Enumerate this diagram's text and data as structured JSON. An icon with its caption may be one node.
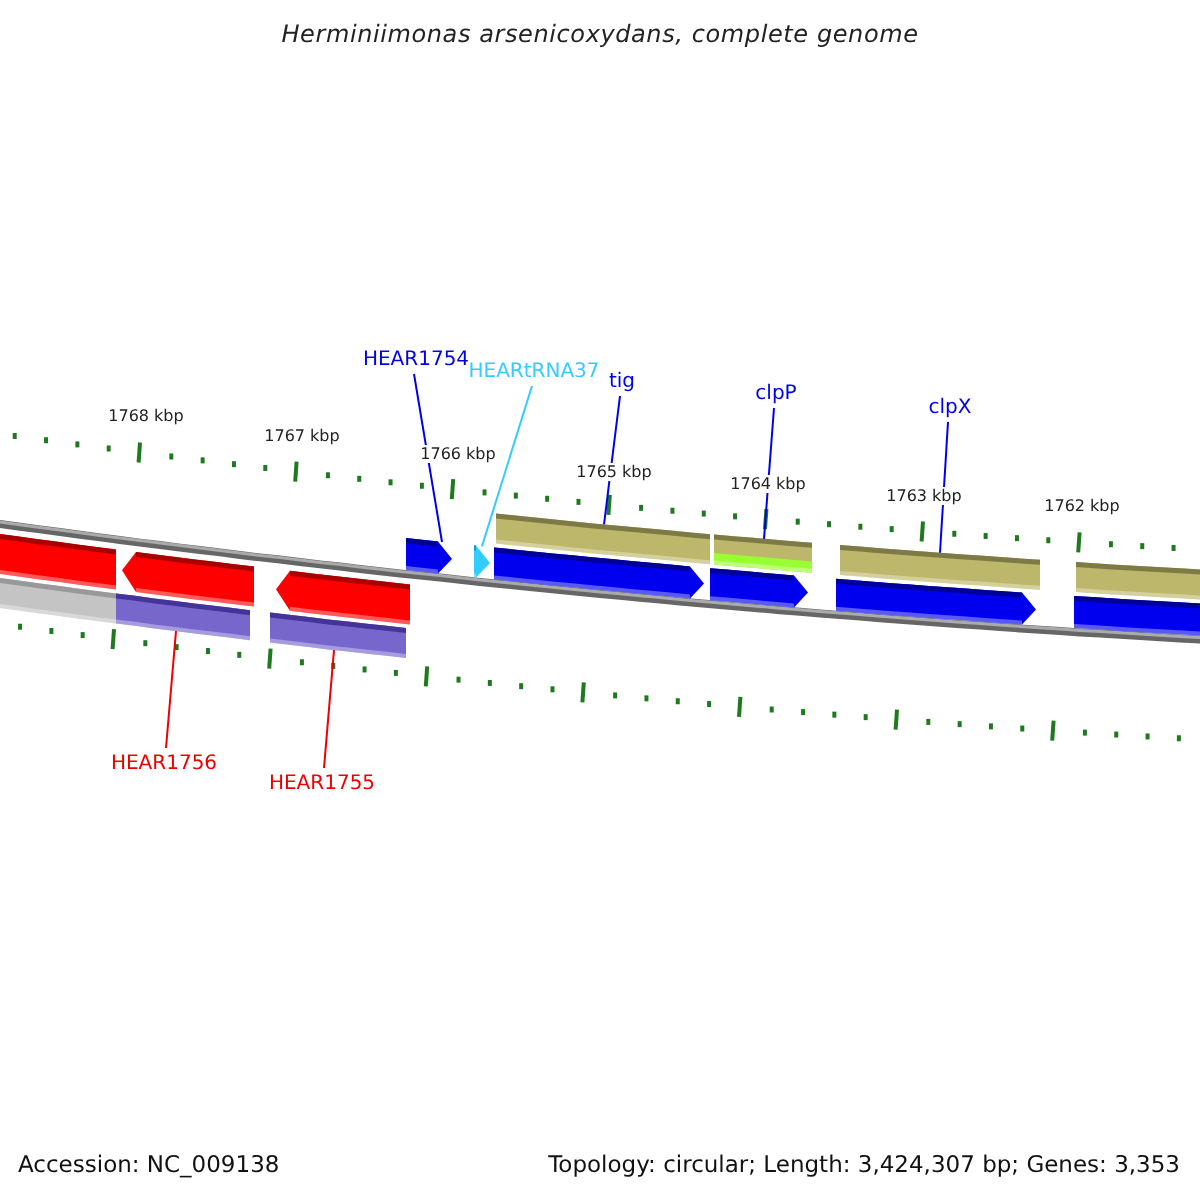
{
  "diagram": {
    "title": "Herminiimonas arsenicoxydans, complete genome",
    "nodes": [
      {
        "text": [
          "HEAR1754"
        ]
      },
      {
        "text": [
          "HEARtRNA37"
        ]
      },
      {
        "text": [
          "tig"
        ]
      },
      {
        "text": [
          "clpP"
        ]
      },
      {
        "text": [
          "clpX"
        ]
      },
      {
        "text": [
          "HEAR1756"
        ]
      },
      {
        "text": [
          "HEAR1755"
        ]
      },
      {
        "text": [],
        "shape": "bar"
      },
      {
        "text": [],
        "shape": "bar"
      },
      {
        "text": [],
        "shape": "bar"
      },
      {
        "text": [],
        "shape": "arrow"
      },
      {
        "text": [],
        "shape": "bar"
      },
      {
        "text": [],
        "shape": "arrow"
      },
      {
        "text": [],
        "shape": "arrow"
      },
      {
        "text": [],
        "shape": "arrow"
      },
      {
        "text": [],
        "shape": "arrow"
      },
      {
        "text": [],
        "shape": "bar"
      },
      {
        "text": [],
        "shape": "arrow"
      },
      {
        "text": [],
        "shape": "bar"
      },
      {
        "text": [],
        "shape": "arrow"
      },
      {
        "text": [],
        "shape": "bar"
      },
      {
        "text": [],
        "shape": "bar"
      },
      {
        "text": [],
        "shape": "bar"
      }
    ],
    "edges": [
      {
        "from": 0,
        "to": 13,
        "arrow": "none"
      },
      {
        "from": 1,
        "to": 14,
        "arrow": "none",
        "color": "#33ccff"
      },
      {
        "from": 2,
        "to": 16,
        "arrow": "none"
      },
      {
        "from": 3,
        "to": 18,
        "arrow": "none"
      },
      {
        "from": 4,
        "to": 20,
        "arrow": "none"
      },
      {
        "from": 5,
        "to": 9,
        "arrow": "none",
        "color": "#ee0000"
      },
      {
        "from": 6,
        "to": 11,
        "arrow": "none",
        "color": "#ee0000"
      }
    ],
    "labels": [
      "1768 kbp",
      "1767 kbp",
      "1766 kbp",
      "1765 kbp",
      "1764 kbp",
      "1763 kbp",
      "1762 kbp",
      "Accession: NC_009138",
      "Topology: circular; Length: 3,424,307 bp; Genes: 3,353"
    ]
  }
}
